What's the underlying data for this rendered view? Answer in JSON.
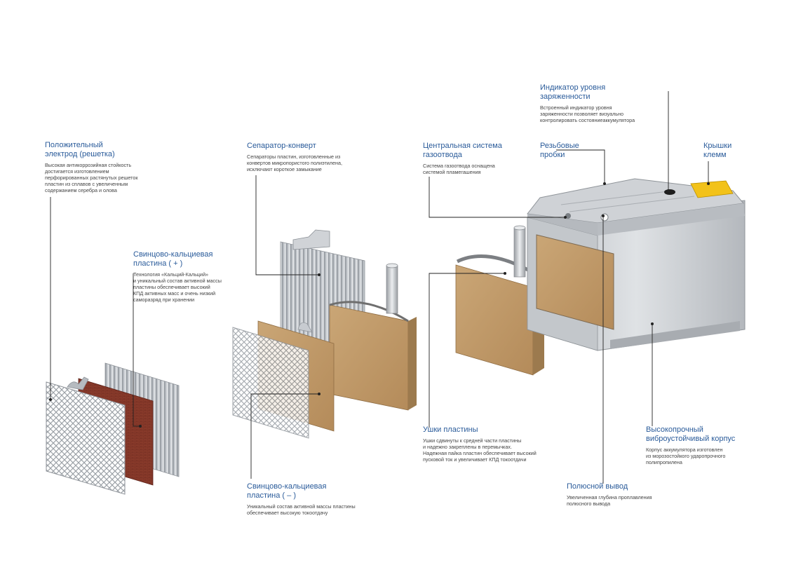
{
  "colors": {
    "title": "#2a5b9a",
    "description": "#444444",
    "leader": "#222222",
    "battery_case": "#c9ccd0",
    "paste": "#c59d6a",
    "positive_paste": "#8a3b2b",
    "terminal_cap": "#f2c21a"
  },
  "labels": {
    "pos_electrode": {
      "title": "Положительный\nэлектрод (решетка)",
      "desc": "Высокая антикоррозийная стойкость\nдостигается изготовлением\nперфорированных растянутых решеток\nпластин из сплавов с увеличенным\nсодержанием серебра и олова"
    },
    "pos_plate": {
      "title": "Свинцово-кальциевая\nпластина ( + )",
      "desc": "Технология «Кальций-Кальций»\nи уникальный состав активной массы\nпластины обеспечивает высокий\nКПД активных масс и очень низкий\nсаморазряд при хранении"
    },
    "separator": {
      "title": "Сепаратор-конверт",
      "desc": "Сепараторы пластин, изготовленные из\nконвертов микропористого полиэтилена,\nисключают короткое замыкание"
    },
    "neg_plate": {
      "title": "Свинцово-кальциевая\nпластина ( – )",
      "desc": "Уникальный состав активной массы пластины\nобеспечивает высокую токоотдачу"
    },
    "gas_system": {
      "title": "Центральная система\nгазоотвода",
      "desc": "Система газоотвода оснащена\nсистемой пламегашения"
    },
    "plugs": {
      "title": "Резьбовые\nпробки",
      "desc": ""
    },
    "indicator": {
      "title": "Индикатор уровня\nзаряженности",
      "desc": "Встроенный индикатор уровня\nзаряженности позволяет визуально\nконтролировать состояниеаккумулятора"
    },
    "terminal_caps": {
      "title": "Крышки\nклемм",
      "desc": ""
    },
    "plate_lugs": {
      "title": "Ушки пластины",
      "desc": "Ушки сдвинуты к средней части пластины\nи надежно закреплены в перемычках.\nНадежная пайка пластин обеспечивает высокий\nпусковой ток и увеличивает КПД токоотдачи"
    },
    "case": {
      "title": "Высокопрочный\nвиброустойчивый корпус",
      "desc": "Корпус аккумулятора изготовлен\nиз морозостойкого ударопрочного\nполипропилена"
    },
    "terminal": {
      "title": "Полюсной вывод",
      "desc": "Увеличенная глубина проплавления\nполюсного вывода"
    }
  }
}
